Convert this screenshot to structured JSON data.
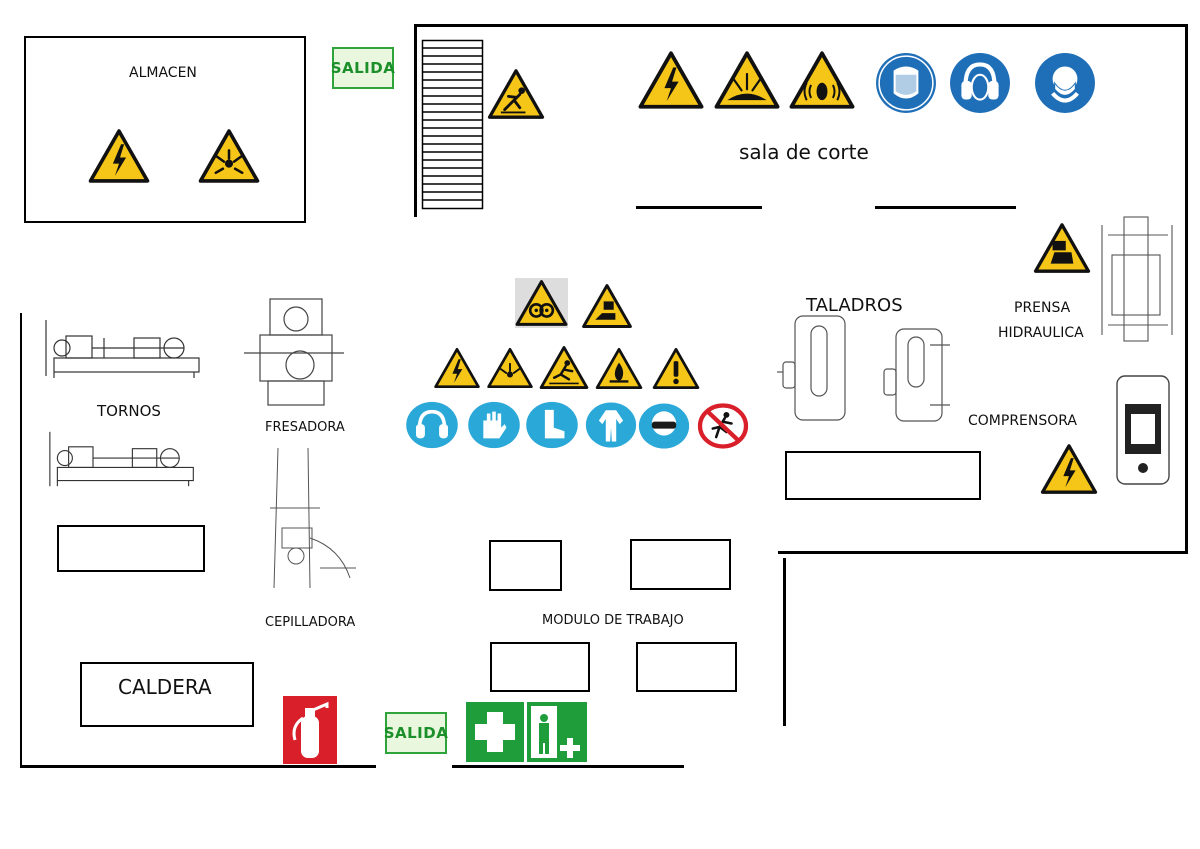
{
  "rooms": {
    "almacen": "ALMACEN",
    "sala_corte": "sala de corte",
    "taladros": "TALADROS",
    "prensa_line1": "PRENSA",
    "prensa_line2": "HIDRAULICA",
    "compresora": "COMPRENSORA",
    "tornos": "TORNOS",
    "fresadora": "FRESADORA",
    "cepilladora": "CEPILLADORA",
    "modulo": "MODULO DE TRABAJO",
    "caldera": "CALDERA"
  },
  "exits": {
    "top": "SALIDA",
    "bottom": "SALIDA"
  },
  "colors": {
    "warning_yellow": "#f5c518",
    "mandatory_blue": "#1f6fb8",
    "mandatory_cyan": "#2aa8d8",
    "exit_green": "#1b8f2a",
    "first_aid_green": "#1f9d3a",
    "fire_red": "#d9202a",
    "prohibit_red": "#d9202a"
  },
  "icons": {
    "almacen": [
      "electrical-hazard-icon",
      "explosive-hazard-icon"
    ],
    "stairs": [
      "fall-hazard-icon"
    ],
    "sala_corte_warnings": [
      "electrical-hazard-icon",
      "projectile-hazard-icon",
      "noise-hazard-icon"
    ],
    "sala_corte_mandatory": [
      "face-shield-icon",
      "ear-protection-icon",
      "mask-icon"
    ],
    "center_top": [
      "gear-entanglement-icon",
      "hand-crush-icon"
    ],
    "center_warnings": [
      "electrical-hazard-icon",
      "explosive-hazard-icon",
      "slip-hazard-icon",
      "fire-hazard-icon",
      "general-warning-icon"
    ],
    "center_mandatory": [
      "ear-protection-icon",
      "gloves-icon",
      "safety-boots-icon",
      "overalls-icon",
      "goggles-icon",
      "no-running-icon"
    ],
    "prensa": [
      "hand-crush-icon"
    ],
    "compresora": [
      "electrical-hazard-icon"
    ],
    "bottom": [
      "fire-extinguisher-icon",
      "first-aid-icon",
      "emergency-shower-icon"
    ]
  }
}
